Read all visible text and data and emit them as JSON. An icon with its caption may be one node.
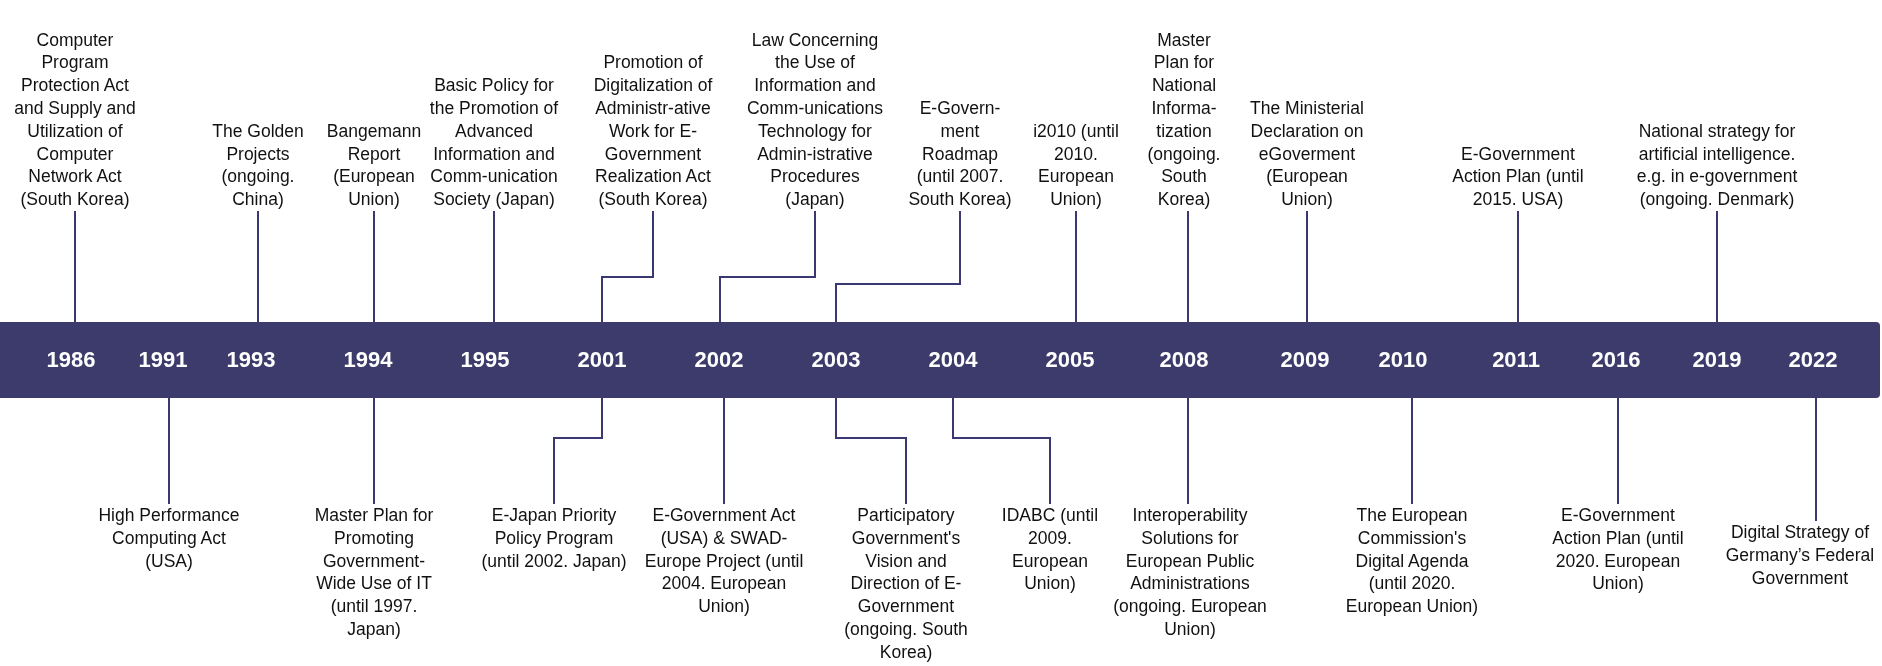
{
  "diagram": {
    "nodes": [
      {
        "text": [],
        "shape": "bar"
      },
      {
        "text": [
          "Computer Program Protection Act and Supply and Utilization of Computer Network Act (South Korea)"
        ]
      },
      {
        "text": [
          "The Golden Projects (ongoing. China)"
        ]
      },
      {
        "text": [
          "Bangemann Report (European Union)"
        ]
      },
      {
        "text": [
          "Basic Policy for the Promotion of Advanced Information and Comm-unication Society (Japan)"
        ]
      },
      {
        "text": [
          "Promotion of Digitalization of Administr-ative Work for E-Government Realization Act (South Korea)"
        ]
      },
      {
        "text": [
          "Law Concerning the Use of Information and Comm-unications Technology for Admin-istrative Procedures (Japan)"
        ]
      },
      {
        "text": [
          "E-Govern-ment Roadmap (until 2007. South Korea)"
        ]
      },
      {
        "text": [
          "i2010 (until 2010. European Union)"
        ]
      },
      {
        "text": [
          "Master Plan for National Informa-tization (ongoing. South Korea)"
        ]
      },
      {
        "text": [
          "The Ministerial Declaration on eGoverment (European Union)"
        ]
      },
      {
        "text": [
          "E-Government Action Plan (until 2015. USA)"
        ]
      },
      {
        "text": [
          "National strategy for artificial intelligence. e.g. in e-government (ongoing. Denmark)"
        ]
      },
      {
        "text": [
          "High Performance Computing Act (USA)"
        ]
      },
      {
        "text": [
          "Master Plan for Promoting Government-Wide Use of IT (until 1997. Japan)"
        ]
      },
      {
        "text": [
          "E-Japan Priority Policy Program (until 2002. Japan)"
        ]
      },
      {
        "text": [
          "E-Government Act (USA) & SWAD-Europe Project (until 2004. European Union)"
        ]
      },
      {
        "text": [
          "Participatory Government's Vision and Direction of E-Government (ongoing. South Korea)"
        ]
      },
      {
        "text": [
          "IDABC (until 2009. European Union)"
        ]
      },
      {
        "text": [
          "Interoperability Solutions for European Public Administrations (ongoing. European Union)"
        ]
      },
      {
        "text": [
          "The European Commission's Digital Agenda (until 2020. European Union)"
        ]
      },
      {
        "text": [
          "E-Government Action Plan (until 2020. European Union)"
        ]
      },
      {
        "text": [
          "Digital Strategy of Germany’s Federal Government"
        ]
      }
    ],
    "edges": [
      {
        "from": 1,
        "to": 0,
        "arrow": "none"
      },
      {
        "from": 2,
        "to": 0,
        "arrow": "none"
      },
      {
        "from": 3,
        "to": 0,
        "arrow": "none"
      },
      {
        "from": 4,
        "to": 0,
        "arrow": "none"
      },
      {
        "from": 5,
        "to": 0,
        "arrow": "none"
      },
      {
        "from": 6,
        "to": 0,
        "arrow": "none"
      },
      {
        "from": 7,
        "to": 0,
        "arrow": "none"
      },
      {
        "from": 8,
        "to": 0,
        "arrow": "none"
      },
      {
        "from": 9,
        "to": 0,
        "arrow": "none"
      },
      {
        "from": 10,
        "to": 0,
        "arrow": "none"
      },
      {
        "from": 11,
        "to": 0,
        "arrow": "none"
      },
      {
        "from": 12,
        "to": 0,
        "arrow": "none"
      },
      {
        "from": 13,
        "to": 0,
        "arrow": "none"
      },
      {
        "from": 14,
        "to": 0,
        "arrow": "none"
      },
      {
        "from": 15,
        "to": 0,
        "arrow": "none"
      },
      {
        "from": 16,
        "to": 0,
        "arrow": "none"
      },
      {
        "from": 17,
        "to": 0,
        "arrow": "none"
      },
      {
        "from": 18,
        "to": 0,
        "arrow": "none"
      },
      {
        "from": 19,
        "to": 0,
        "arrow": "none"
      },
      {
        "from": 20,
        "to": 0,
        "arrow": "none"
      },
      {
        "from": 21,
        "to": 0,
        "arrow": "none"
      },
      {
        "from": 22,
        "to": 0,
        "arrow": "none"
      }
    ],
    "labels": [
      "1986",
      "1991",
      "1993",
      "1994",
      "1995",
      "2001",
      "2002",
      "2003",
      "2004",
      "2005",
      "2008",
      "2009",
      "2010",
      "2011",
      "2016",
      "2019",
      "2022"
    ]
  }
}
